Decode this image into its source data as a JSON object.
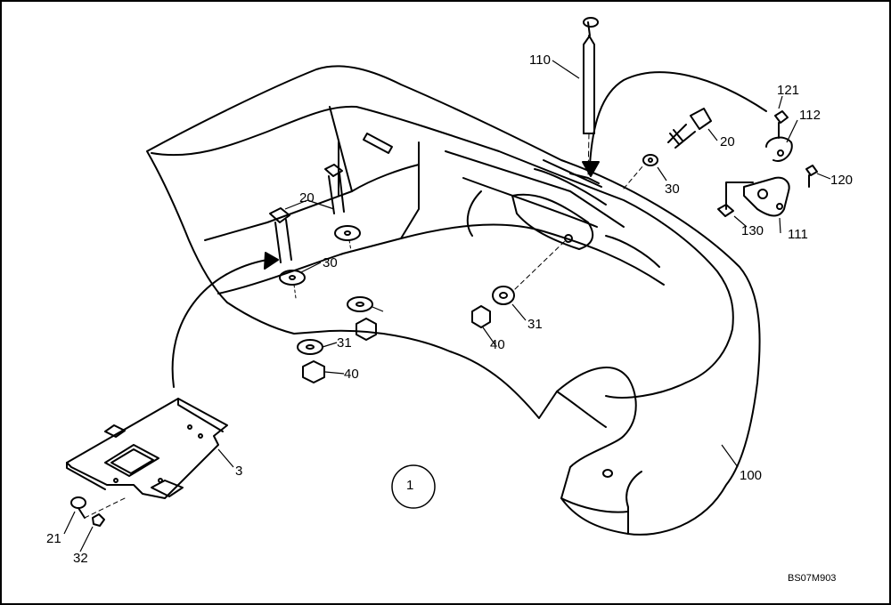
{
  "diagram": {
    "view_number": "1",
    "drawing_code": "BS07M903",
    "callouts": [
      {
        "id": "c110",
        "text": "110"
      },
      {
        "id": "c121",
        "text": "121"
      },
      {
        "id": "c112",
        "text": "112"
      },
      {
        "id": "c20a",
        "text": "20"
      },
      {
        "id": "c120",
        "text": "120"
      },
      {
        "id": "c30a",
        "text": "30"
      },
      {
        "id": "c130",
        "text": "130"
      },
      {
        "id": "c111",
        "text": "111"
      },
      {
        "id": "c20b",
        "text": "20"
      },
      {
        "id": "c30b",
        "text": "30"
      },
      {
        "id": "c31a",
        "text": "31"
      },
      {
        "id": "c31b",
        "text": "31"
      },
      {
        "id": "c40a",
        "text": "40"
      },
      {
        "id": "c40b",
        "text": "40"
      },
      {
        "id": "c3",
        "text": "3"
      },
      {
        "id": "c100",
        "text": "100"
      },
      {
        "id": "c21",
        "text": "21"
      },
      {
        "id": "c32",
        "text": "32"
      }
    ]
  }
}
